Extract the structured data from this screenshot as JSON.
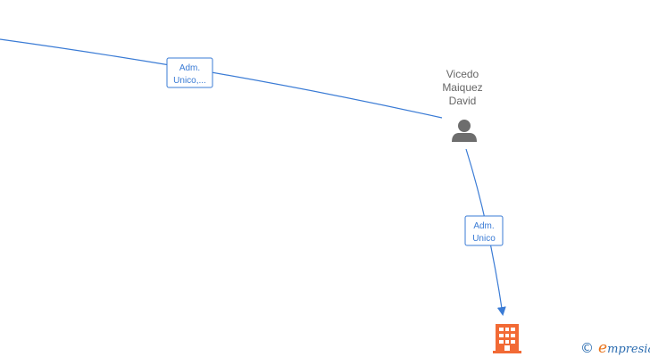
{
  "person": {
    "name_lines": [
      "Vicedo",
      "Maiquez",
      "David"
    ],
    "icon": "person-icon"
  },
  "company": {
    "icon": "building-icon",
    "color": "#f26a35"
  },
  "edges": [
    {
      "label_lines": [
        "Adm.",
        "Unico,..."
      ]
    },
    {
      "label_lines": [
        "Adm.",
        "Unico"
      ]
    }
  ],
  "colors": {
    "edge": "#3a7bd5",
    "person_icon": "#6d6d6d",
    "company_icon": "#f26a35"
  },
  "watermark": {
    "copyright_symbol": "©",
    "brand_initial": "e",
    "brand_rest": "mpresia"
  }
}
